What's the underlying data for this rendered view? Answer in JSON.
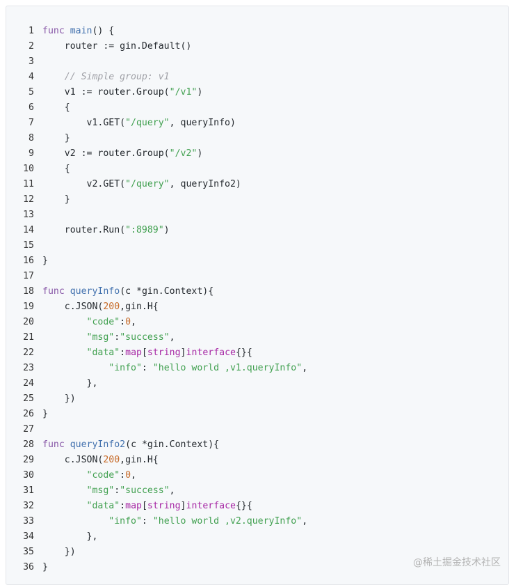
{
  "colors": {
    "keyword": "#8959a8",
    "function": "#4271ae",
    "string": "#3e999f",
    "number": "#c76b29",
    "comment": "#a0a1a7",
    "background": "#f6f8fa"
  },
  "code": {
    "lines": [
      {
        "n": "1",
        "tokens": [
          {
            "t": "func",
            "c": "kw"
          },
          {
            "t": " "
          },
          {
            "t": "main",
            "c": "fn"
          },
          {
            "t": "() {"
          }
        ]
      },
      {
        "n": "2",
        "tokens": [
          {
            "t": "    router := gin.Default()"
          }
        ]
      },
      {
        "n": "3",
        "tokens": []
      },
      {
        "n": "4",
        "tokens": [
          {
            "t": "    "
          },
          {
            "t": "// Simple group: v1",
            "c": "com"
          }
        ]
      },
      {
        "n": "5",
        "tokens": [
          {
            "t": "    v1 := router.Group("
          },
          {
            "t": "\"/v1\"",
            "c": "str2"
          },
          {
            "t": ")"
          }
        ]
      },
      {
        "n": "6",
        "tokens": [
          {
            "t": "    {"
          }
        ]
      },
      {
        "n": "7",
        "tokens": [
          {
            "t": "        v1.GET("
          },
          {
            "t": "\"/query\"",
            "c": "str2"
          },
          {
            "t": ", queryInfo)"
          }
        ]
      },
      {
        "n": "8",
        "tokens": [
          {
            "t": "    }"
          }
        ]
      },
      {
        "n": "9",
        "tokens": [
          {
            "t": "    v2 := router.Group("
          },
          {
            "t": "\"/v2\"",
            "c": "str2"
          },
          {
            "t": ")"
          }
        ]
      },
      {
        "n": "10",
        "tokens": [
          {
            "t": "    {"
          }
        ]
      },
      {
        "n": "11",
        "tokens": [
          {
            "t": "        v2.GET("
          },
          {
            "t": "\"/query\"",
            "c": "str2"
          },
          {
            "t": ", queryInfo2)"
          }
        ]
      },
      {
        "n": "12",
        "tokens": [
          {
            "t": "    }"
          }
        ]
      },
      {
        "n": "13",
        "tokens": []
      },
      {
        "n": "14",
        "tokens": [
          {
            "t": "    router.Run("
          },
          {
            "t": "\":8989\"",
            "c": "str2"
          },
          {
            "t": ")"
          }
        ]
      },
      {
        "n": "15",
        "tokens": []
      },
      {
        "n": "16",
        "tokens": [
          {
            "t": "}"
          }
        ]
      },
      {
        "n": "17",
        "tokens": []
      },
      {
        "n": "18",
        "tokens": [
          {
            "t": "func",
            "c": "kw"
          },
          {
            "t": " "
          },
          {
            "t": "queryInfo",
            "c": "fn"
          },
          {
            "t": "(c *gin.Context){"
          }
        ]
      },
      {
        "n": "19",
        "tokens": [
          {
            "t": "    c.JSON("
          },
          {
            "t": "200",
            "c": "num"
          },
          {
            "t": ",gin.H{"
          }
        ]
      },
      {
        "n": "20",
        "tokens": [
          {
            "t": "        "
          },
          {
            "t": "\"code\"",
            "c": "str2"
          },
          {
            "t": ":"
          },
          {
            "t": "0",
            "c": "num"
          },
          {
            "t": ","
          }
        ]
      },
      {
        "n": "21",
        "tokens": [
          {
            "t": "        "
          },
          {
            "t": "\"msg\"",
            "c": "str2"
          },
          {
            "t": ":"
          },
          {
            "t": "\"success\"",
            "c": "str2"
          },
          {
            "t": ","
          }
        ]
      },
      {
        "n": "22",
        "tokens": [
          {
            "t": "        "
          },
          {
            "t": "\"data\"",
            "c": "str2"
          },
          {
            "t": ":"
          },
          {
            "t": "map",
            "c": "type"
          },
          {
            "t": "["
          },
          {
            "t": "string",
            "c": "type"
          },
          {
            "t": "]"
          },
          {
            "t": "interface",
            "c": "type"
          },
          {
            "t": "{}{"
          }
        ]
      },
      {
        "n": "23",
        "tokens": [
          {
            "t": "            "
          },
          {
            "t": "\"info\"",
            "c": "str2"
          },
          {
            "t": ": "
          },
          {
            "t": "\"hello world ,v1.queryInfo\"",
            "c": "str2"
          },
          {
            "t": ","
          }
        ]
      },
      {
        "n": "24",
        "tokens": [
          {
            "t": "        },"
          }
        ]
      },
      {
        "n": "25",
        "tokens": [
          {
            "t": "    })"
          }
        ]
      },
      {
        "n": "26",
        "tokens": [
          {
            "t": "}"
          }
        ]
      },
      {
        "n": "27",
        "tokens": []
      },
      {
        "n": "28",
        "tokens": [
          {
            "t": "func",
            "c": "kw"
          },
          {
            "t": " "
          },
          {
            "t": "queryInfo2",
            "c": "fn"
          },
          {
            "t": "(c *gin.Context){"
          }
        ]
      },
      {
        "n": "29",
        "tokens": [
          {
            "t": "    c.JSON("
          },
          {
            "t": "200",
            "c": "num"
          },
          {
            "t": ",gin.H{"
          }
        ]
      },
      {
        "n": "30",
        "tokens": [
          {
            "t": "        "
          },
          {
            "t": "\"code\"",
            "c": "str2"
          },
          {
            "t": ":"
          },
          {
            "t": "0",
            "c": "num"
          },
          {
            "t": ","
          }
        ]
      },
      {
        "n": "31",
        "tokens": [
          {
            "t": "        "
          },
          {
            "t": "\"msg\"",
            "c": "str2"
          },
          {
            "t": ":"
          },
          {
            "t": "\"success\"",
            "c": "str2"
          },
          {
            "t": ","
          }
        ]
      },
      {
        "n": "32",
        "tokens": [
          {
            "t": "        "
          },
          {
            "t": "\"data\"",
            "c": "str2"
          },
          {
            "t": ":"
          },
          {
            "t": "map",
            "c": "type"
          },
          {
            "t": "["
          },
          {
            "t": "string",
            "c": "type"
          },
          {
            "t": "]"
          },
          {
            "t": "interface",
            "c": "type"
          },
          {
            "t": "{}{"
          }
        ]
      },
      {
        "n": "33",
        "tokens": [
          {
            "t": "            "
          },
          {
            "t": "\"info\"",
            "c": "str2"
          },
          {
            "t": ": "
          },
          {
            "t": "\"hello world ,v2.queryInfo\"",
            "c": "str2"
          },
          {
            "t": ","
          }
        ]
      },
      {
        "n": "34",
        "tokens": [
          {
            "t": "        },"
          }
        ]
      },
      {
        "n": "35",
        "tokens": [
          {
            "t": "    })"
          }
        ]
      },
      {
        "n": "36",
        "tokens": [
          {
            "t": "}"
          }
        ]
      }
    ]
  },
  "watermark": {
    "text": "@稀土掘金技术社区"
  }
}
